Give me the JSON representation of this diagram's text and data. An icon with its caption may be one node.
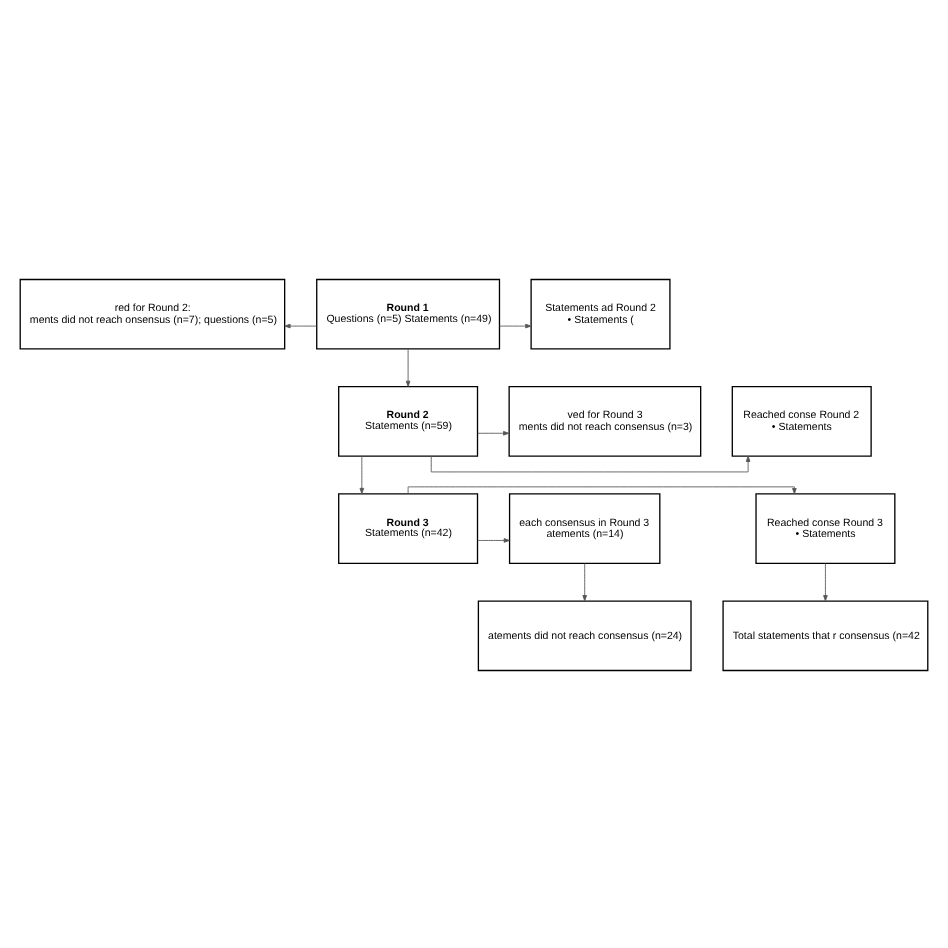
{
  "diagram": {
    "nodes": [
      {
        "text": [
          "red for Round 2:",
          "ments did not reach onsensus (n=7); questions (n=5)"
        ]
      },
      {
        "text": [
          "Round 1",
          "Questions (n=5) Statements (n=49)"
        ]
      },
      {
        "text": [
          "Statements ad Round 2",
          "• Statements ("
        ]
      },
      {
        "text": [
          "ved for Round 3",
          "ments did not reach consensus (n=3)"
        ]
      },
      {
        "text": [
          "Round 2",
          "Statements (n=59)"
        ]
      },
      {
        "text": [
          "Reached conse Round 2",
          "• Statements"
        ]
      },
      {
        "text": [
          "each consensus in Round 3",
          "atements (n=14)"
        ]
      },
      {
        "text": [
          "Round 3",
          "Statements (n=42)"
        ]
      },
      {
        "text": [
          "Reached conse Round 3",
          "• Statements"
        ]
      },
      {
        "text": [
          "atements did not reach consensus (n=24)"
        ]
      },
      {
        "text": [
          "Total statements that r consensus (n=42"
        ]
      }
    ],
    "edges": [
      {
        "from": 1,
        "to": 0,
        "arrow": "to"
      },
      {
        "from": 1,
        "to": 2,
        "arrow": "to"
      },
      {
        "from": 1,
        "to": 4,
        "arrow": "to"
      },
      {
        "from": 4,
        "to": 3,
        "arrow": "to"
      },
      {
        "from": 4,
        "to": 5,
        "arrow": "to"
      },
      {
        "from": 4,
        "to": 7,
        "arrow": "to"
      },
      {
        "from": 7,
        "to": 6,
        "arrow": "to"
      },
      {
        "from": 7,
        "to": 8,
        "arrow": "to"
      },
      {
        "from": 6,
        "to": 9,
        "arrow": "to"
      },
      {
        "from": 8,
        "to": 10,
        "arrow": "to"
      }
    ]
  }
}
